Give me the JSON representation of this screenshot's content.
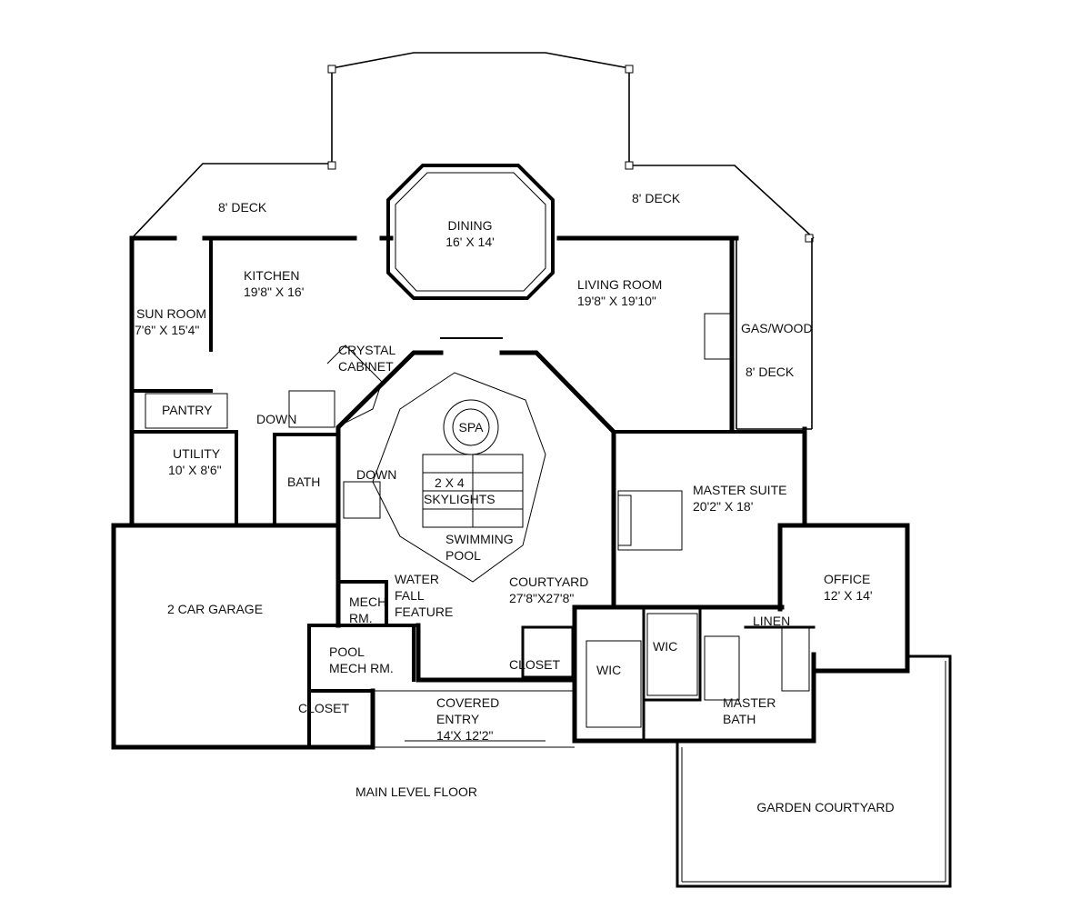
{
  "plan": {
    "title": "MAIN LEVEL FLOOR",
    "rooms": {
      "deck_left": "8' DECK",
      "deck_right": "8' DECK",
      "deck_side": "8' DECK",
      "dining_name": "DINING",
      "dining_size": "16' X 14'",
      "kitchen_name": "KITCHEN",
      "kitchen_size": "19'8\" X 16'",
      "sunroom_name": "SUN ROOM",
      "sunroom_size": "7'6\" X 15'4\"",
      "living_name": "LIVING ROOM",
      "living_size": "19'8\" X 19'10\"",
      "gaswood": "GAS/WOOD",
      "crystal_1": "CRYSTAL",
      "crystal_2": "CABINET",
      "pantry": "PANTRY",
      "down_1": "DOWN",
      "down_2": "DOWN",
      "spa": "SPA",
      "skylights_1": "2 X 4",
      "skylights_2": "SKYLIGHTS",
      "pool_1": "SWIMMING",
      "pool_2": "POOL",
      "utility_name": "UTILITY",
      "utility_size": "10' X 8'6\"",
      "bath": "BATH",
      "master_suite_name": "MASTER SUITE",
      "master_suite_size": "20'2\" X 18'",
      "office_name": "OFFICE",
      "office_size": "12' X 14'",
      "garage": "2 CAR GARAGE",
      "waterfall_1": "WATER",
      "waterfall_2": "FALL",
      "waterfall_3": "FEATURE",
      "mech_1": "MECH",
      "mech_2": "RM.",
      "courtyard_name": "COURTYARD",
      "courtyard_size": "27'8\"X27'8\"",
      "linen": "LINEN",
      "poolmech_1": "POOL",
      "poolmech_2": "MECH RM.",
      "closet_1": "CLOSET",
      "closet_2": "CLOSET",
      "wic_1": "WIC",
      "wic_2": "WIC",
      "covered_1": "COVERED",
      "covered_2": "ENTRY",
      "covered_size": "14'X 12'2\"",
      "master_bath_1": "MASTER",
      "master_bath_2": "BATH",
      "garden": "GARDEN COURTYARD"
    }
  }
}
